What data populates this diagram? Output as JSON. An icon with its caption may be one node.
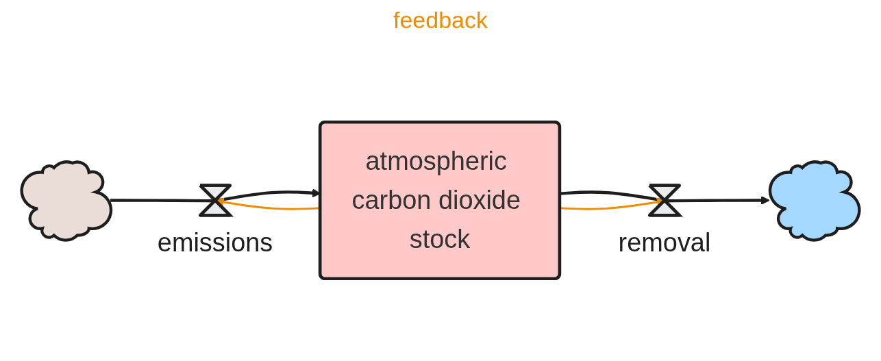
{
  "diagram": {
    "nodes": [
      {
        "text": [],
        "shape": "cloud"
      },
      {
        "text": [
          "emissions"
        ]
      },
      {
        "text": [
          "atmospheric carbon dioxide stock"
        ]
      },
      {
        "text": [
          "removal"
        ]
      },
      {
        "text": [],
        "shape": "cloud"
      }
    ],
    "edges": [
      {
        "from": 0,
        "to": 1,
        "arrow": "none"
      },
      {
        "from": 1,
        "to": 2,
        "arrow": "to"
      },
      {
        "from": 2,
        "to": 3,
        "arrow": "none"
      },
      {
        "from": 3,
        "to": 4,
        "arrow": "to"
      },
      {
        "from": 2,
        "to": 1,
        "arrow": "to",
        "color": "#f08c00"
      },
      {
        "from": 2,
        "to": 3,
        "arrow": "to",
        "color": "#f08c00"
      }
    ],
    "labels": [
      "feedback"
    ]
  }
}
